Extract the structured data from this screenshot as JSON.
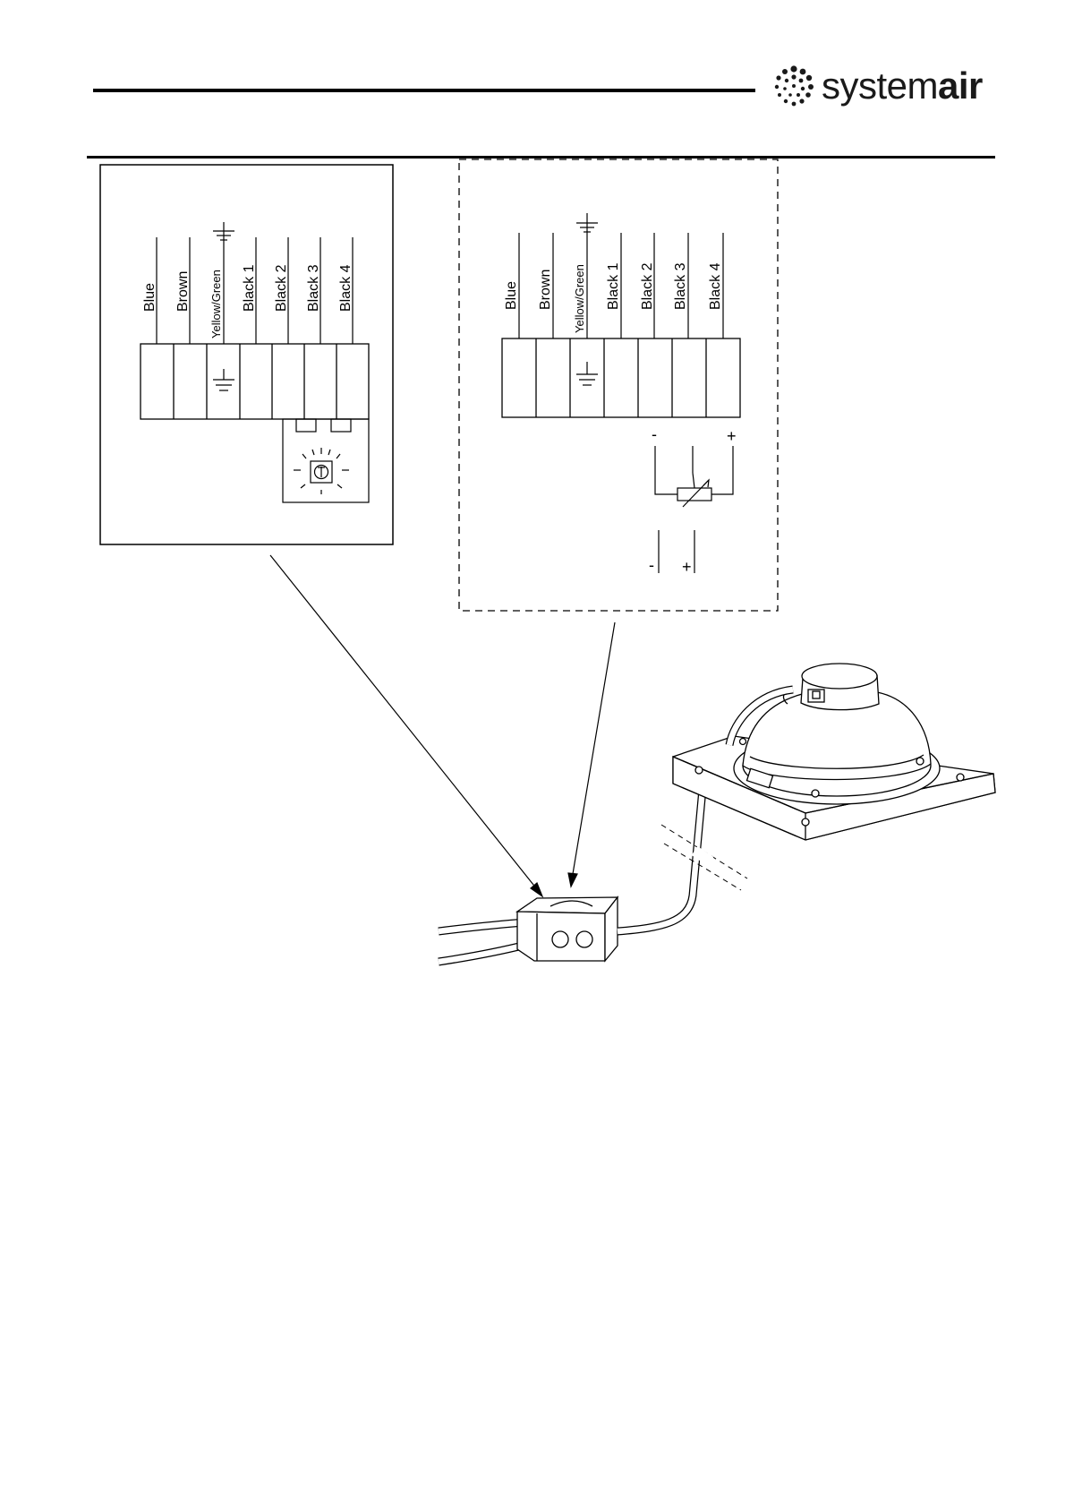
{
  "brand": {
    "name_prefix": "system",
    "name_suffix": "air",
    "color": "#1a1a1a"
  },
  "left_panel": {
    "wires": [
      "Blue",
      "Brown",
      "Yellow/Green",
      "Black 1",
      "Black 2",
      "Black 3",
      "Black 4"
    ]
  },
  "right_panel": {
    "wires": [
      "Blue",
      "Brown",
      "Yellow/Green",
      "Black 1",
      "Black 2",
      "Black 3",
      "Black 4"
    ],
    "potentiometer_minus": "-",
    "potentiometer_plus": "+",
    "signal_minus": "-",
    "signal_plus": "+"
  },
  "icons": [
    "ground-icon",
    "rotary-switch-icon",
    "potentiometer-icon",
    "junction-box-icon",
    "fan-icon"
  ]
}
